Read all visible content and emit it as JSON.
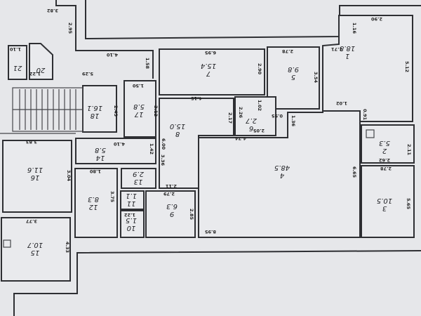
{
  "plan": {
    "orientation": "upside-down",
    "rooms": [
      {
        "number": "1",
        "area": "18.8"
      },
      {
        "number": "2",
        "area": "5.3"
      },
      {
        "number": "3",
        "area": "10.5"
      },
      {
        "number": "4",
        "area": "48.5"
      },
      {
        "number": "5",
        "area": "9.8"
      },
      {
        "number": "6",
        "area": "2.7"
      },
      {
        "number": "7",
        "area": "15.4"
      },
      {
        "number": "8",
        "area": "15.0"
      },
      {
        "number": "9",
        "area": "6.3"
      },
      {
        "number": "10",
        "area": "1.5"
      },
      {
        "number": "11",
        "area": "1.1"
      },
      {
        "number": "12",
        "area": "8.3"
      },
      {
        "number": "13",
        "area": "2.9"
      },
      {
        "number": "14",
        "area": "5.8"
      },
      {
        "number": "15",
        "area": "10.7"
      },
      {
        "number": "16",
        "area": "11.6"
      },
      {
        "number": "17",
        "area": "5.8"
      },
      {
        "number": "18",
        "area": "16.1"
      },
      {
        "number": "20",
        "area": ""
      },
      {
        "number": "21",
        "area": ""
      }
    ],
    "dimensions": [
      "3.82",
      "2.95",
      "4.10",
      "5.29",
      "1.58",
      "1.10",
      "1.22",
      "1.50",
      "2.43",
      "3.12",
      "6.95",
      "2.90",
      "2.78",
      "3.54",
      "2.90",
      "1.16",
      "1.71",
      "5.12",
      "1.02",
      "0.91",
      "4.15",
      "2.17",
      "2.26",
      "1.02",
      "2.05",
      "0.95",
      "1.36",
      "4.74",
      "6.00",
      "3.36",
      "1.42",
      "4.10",
      "3.83",
      "3.04",
      "1.80",
      "3.75",
      "2.11",
      "2.79",
      "2.85",
      "1.22",
      "3.77",
      "4.33",
      "8.95",
      "6.65",
      "2.11",
      "2.62",
      "2.78",
      "5.65"
    ]
  }
}
